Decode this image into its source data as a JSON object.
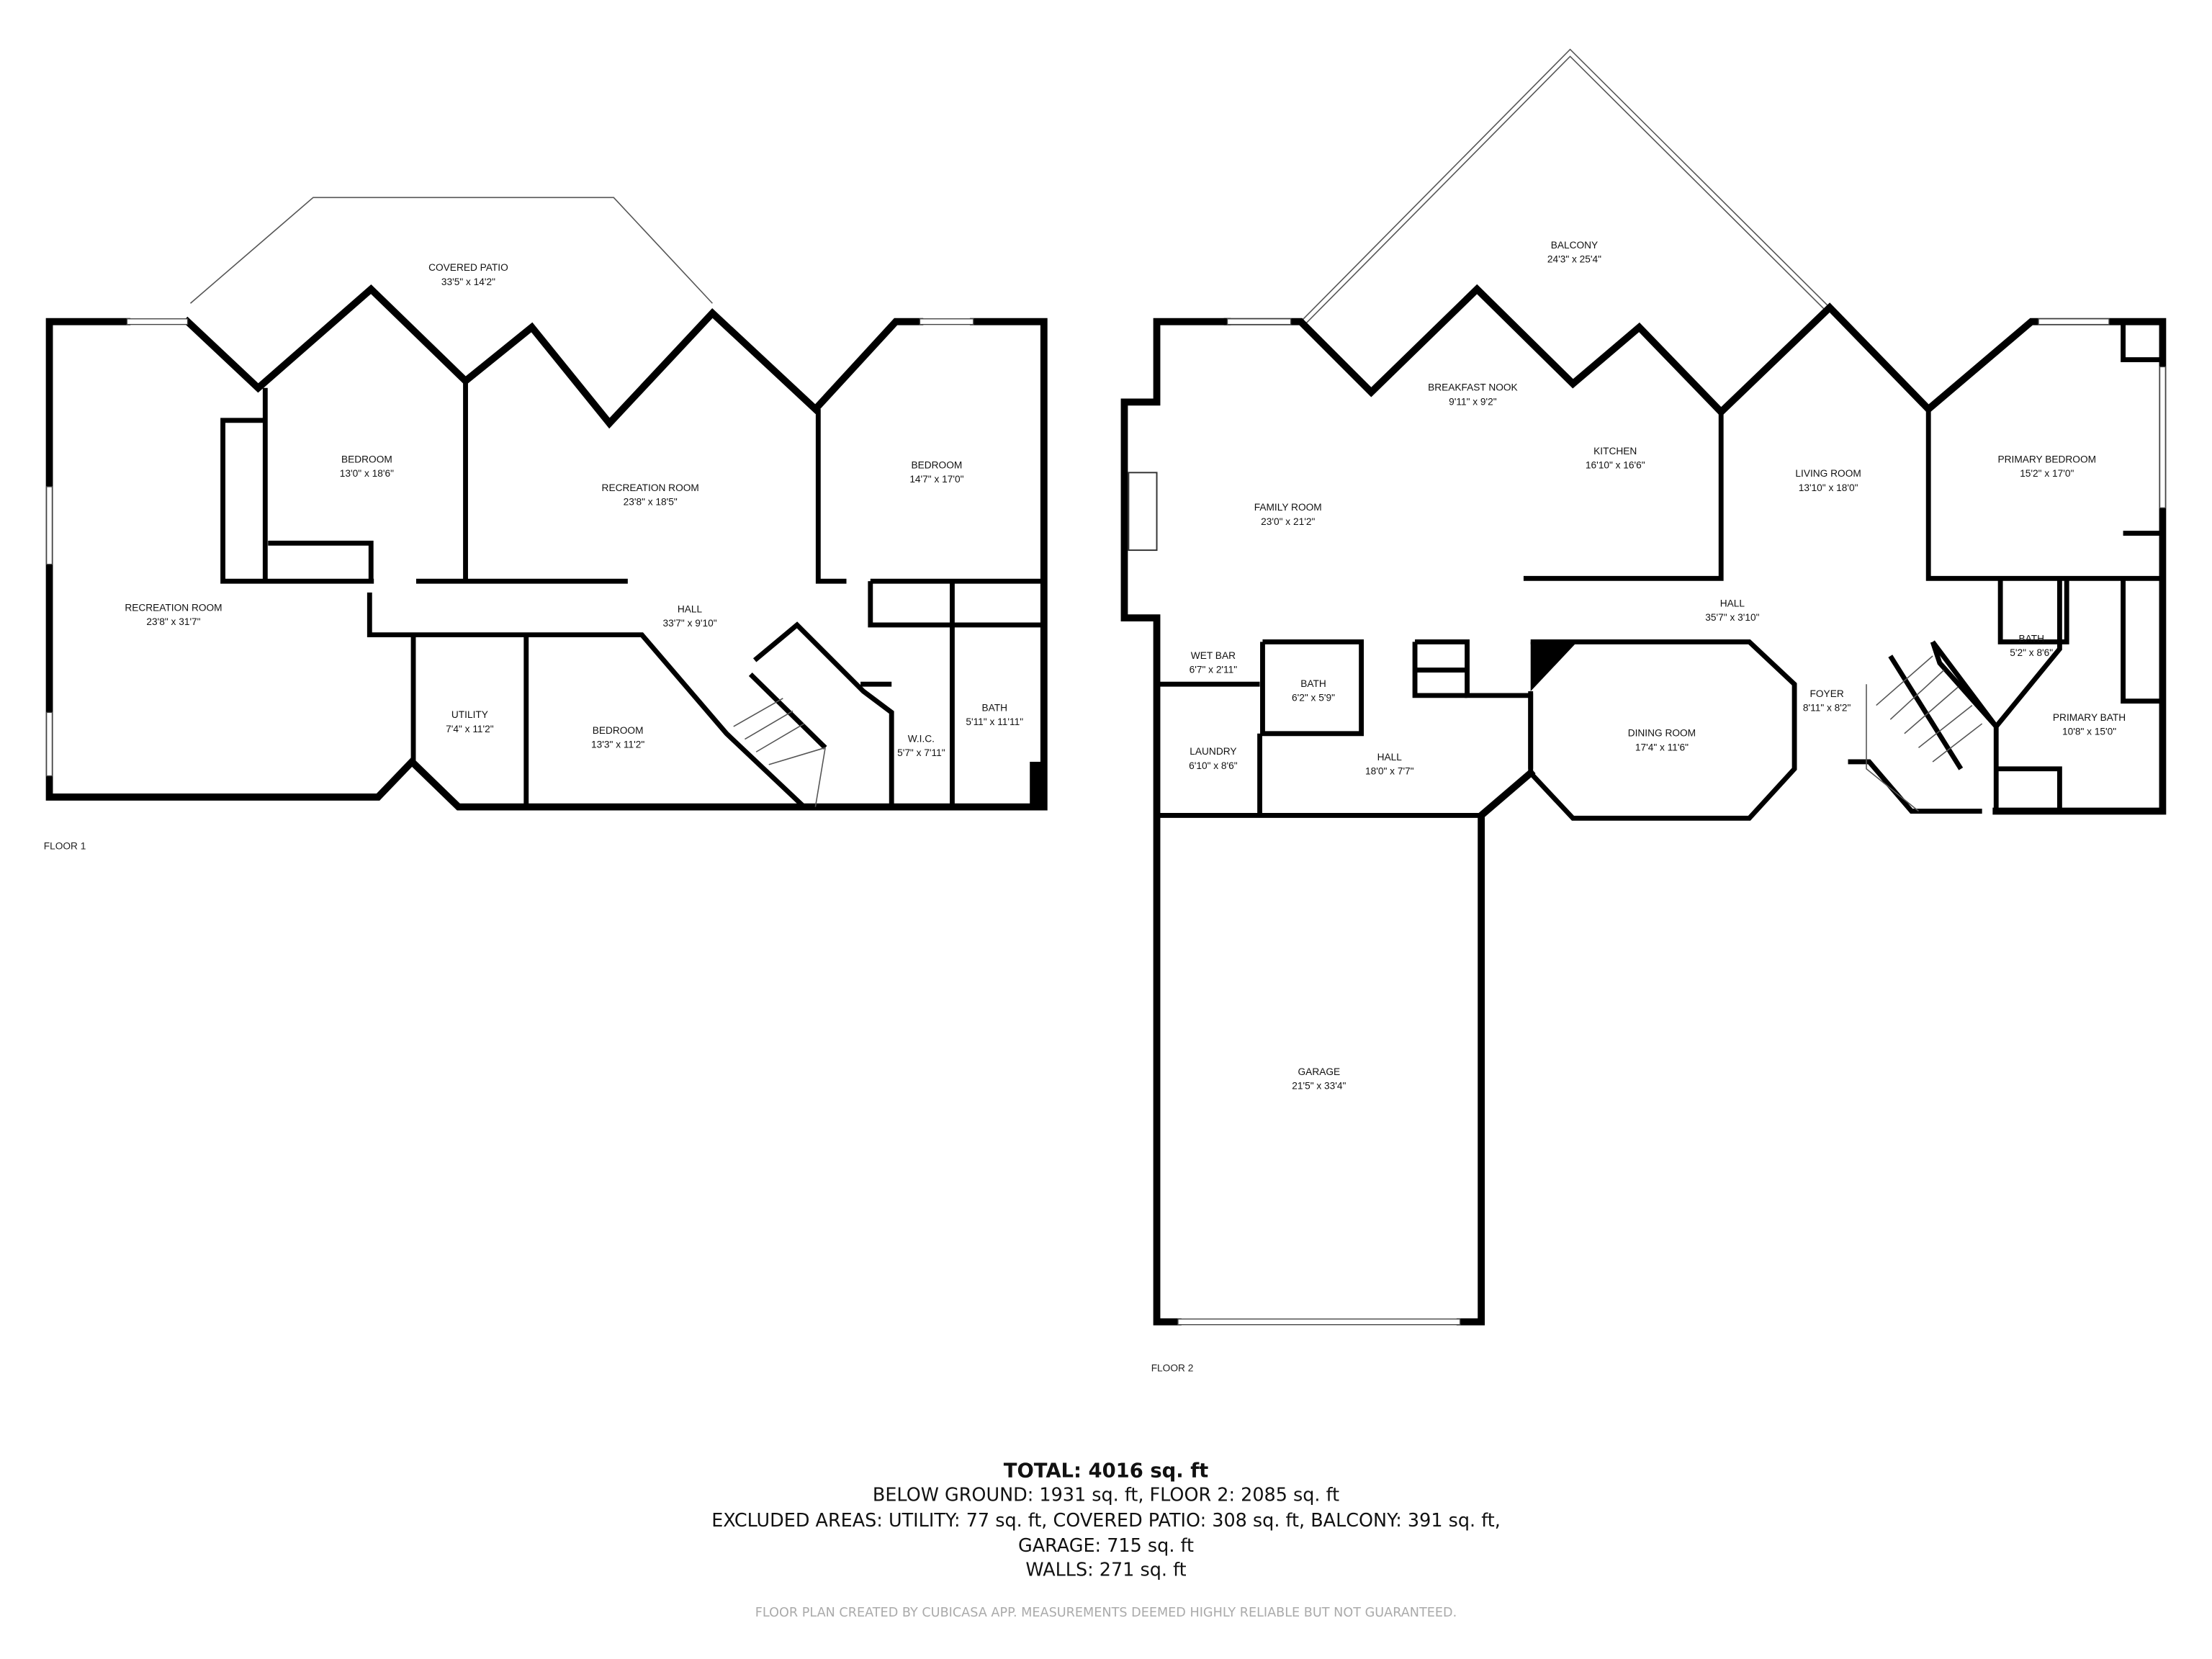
{
  "floor1": {
    "label": "FLOOR 1",
    "rooms": [
      {
        "name": "COVERED PATIO",
        "dims": "33'5\" x 14'2\""
      },
      {
        "name": "BEDROOM",
        "dims": "13'0\" x 18'6\""
      },
      {
        "name": "RECREATION ROOM",
        "dims": "23'8\" x 18'5\""
      },
      {
        "name": "BEDROOM",
        "dims": "14'7\" x 17'0\""
      },
      {
        "name": "RECREATION ROOM",
        "dims": "23'8\" x 31'7\""
      },
      {
        "name": "HALL",
        "dims": "33'7\" x 9'10\""
      },
      {
        "name": "UTILITY",
        "dims": "7'4\" x 11'2\""
      },
      {
        "name": "BEDROOM",
        "dims": "13'3\" x 11'2\""
      },
      {
        "name": "W.I.C.",
        "dims": "5'7\" x 7'11\""
      },
      {
        "name": "BATH",
        "dims": "5'11\" x 11'11\""
      }
    ]
  },
  "floor2": {
    "label": "FLOOR 2",
    "rooms": [
      {
        "name": "BALCONY",
        "dims": "24'3\" x 25'4\""
      },
      {
        "name": "BREAKFAST NOOK",
        "dims": "9'11\" x 9'2\""
      },
      {
        "name": "KITCHEN",
        "dims": "16'10\" x 16'6\""
      },
      {
        "name": "FAMILY ROOM",
        "dims": "23'0\" x 21'2\""
      },
      {
        "name": "LIVING ROOM",
        "dims": "13'10\" x 18'0\""
      },
      {
        "name": "PRIMARY BEDROOM",
        "dims": "15'2\" x 17'0\""
      },
      {
        "name": "HALL",
        "dims": "35'7\" x 3'10\""
      },
      {
        "name": "WET BAR",
        "dims": "6'7\" x 2'11\""
      },
      {
        "name": "BATH",
        "dims": "6'2\" x 5'9\""
      },
      {
        "name": "LAUNDRY",
        "dims": "6'10\" x 8'6\""
      },
      {
        "name": "HALL",
        "dims": "18'0\" x 7'7\""
      },
      {
        "name": "DINING ROOM",
        "dims": "17'4\" x 11'6\""
      },
      {
        "name": "FOYER",
        "dims": "8'11\" x 8'2\""
      },
      {
        "name": "BATH",
        "dims": "5'2\" x 8'6\""
      },
      {
        "name": "PRIMARY BATH",
        "dims": "10'8\" x 15'0\""
      },
      {
        "name": "GARAGE",
        "dims": "21'5\" x 33'4\""
      }
    ]
  },
  "summary": {
    "total": "TOTAL: 4016 sq. ft",
    "line1": "BELOW GROUND: 1931 sq. ft, FLOOR 2: 2085 sq. ft",
    "line2": "EXCLUDED AREAS: UTILITY: 77 sq. ft, COVERED PATIO: 308 sq. ft, BALCONY: 391 sq. ft,",
    "line3": "GARAGE: 715 sq. ft",
    "line4": "WALLS: 271 sq. ft",
    "disclaimer": "FLOOR PLAN CREATED BY CUBICASA APP. MEASUREMENTS DEEMED HIGHLY RELIABLE BUT NOT GUARANTEED."
  }
}
